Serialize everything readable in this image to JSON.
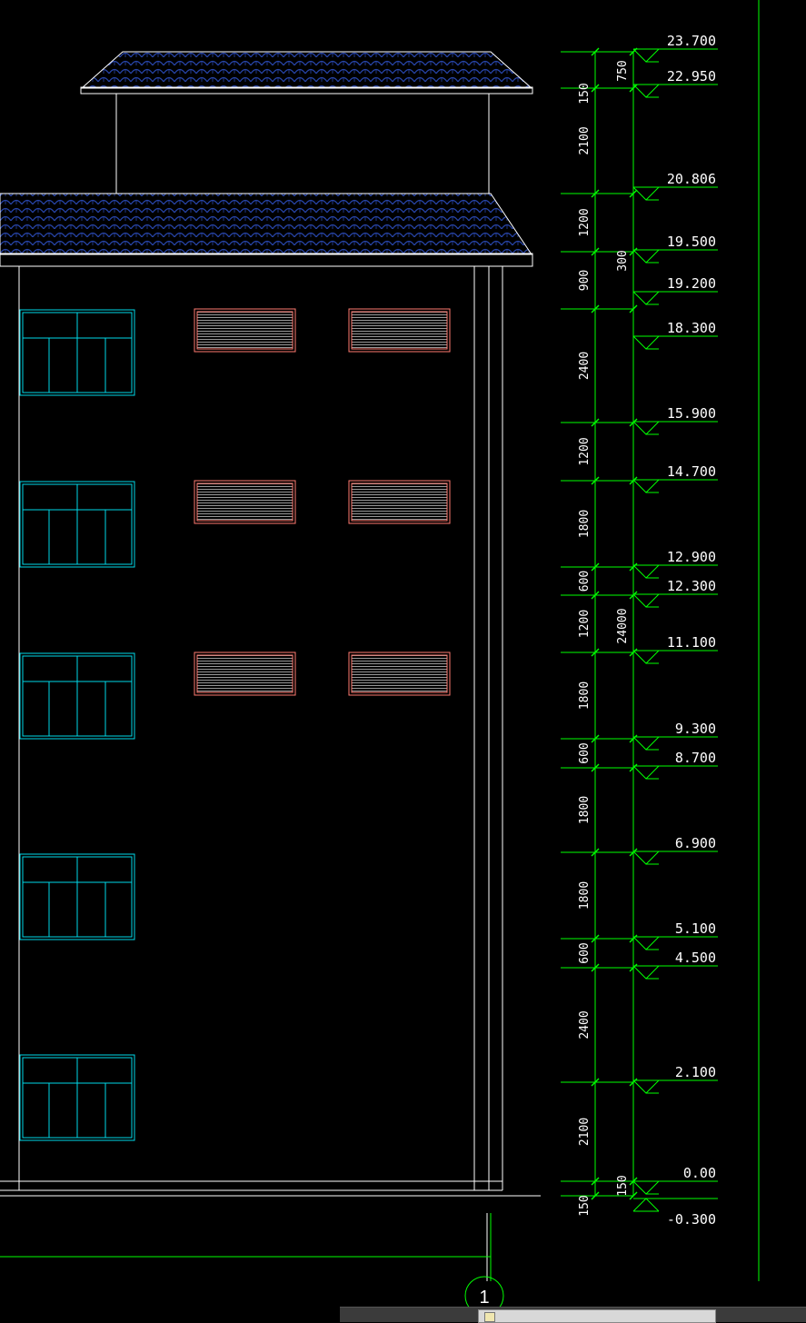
{
  "drawing": {
    "colors": {
      "background": "#000000",
      "outline": "#ffffff",
      "roof_tile": "#2744a8",
      "window": "#00d8e8",
      "louver": "#ff7a70",
      "louver_fill": "#9a9a9a",
      "dimension": "#00ff00",
      "text": "#ffffff"
    },
    "axis_label": "1",
    "overall_dimension": "24000",
    "dimensions": [
      "150",
      "2100",
      "1200",
      "900",
      "2400",
      "1200",
      "1800",
      "600",
      "1200",
      "1800",
      "600",
      "1800",
      "1800",
      "600",
      "2400",
      "2100",
      "150"
    ],
    "inner_dimensions": [
      "750",
      "300",
      "150"
    ],
    "elevations": [
      "23.700",
      "22.950",
      "20.806",
      "19.500",
      "19.200",
      "18.300",
      "15.900",
      "14.700",
      "12.900",
      "12.300",
      "11.100",
      "9.300",
      "8.700",
      "6.900",
      "5.100",
      "4.500",
      "2.100",
      "0.00",
      "-0.300"
    ]
  },
  "statusbar": {
    "tab_icon": "layout-tab-icon"
  }
}
